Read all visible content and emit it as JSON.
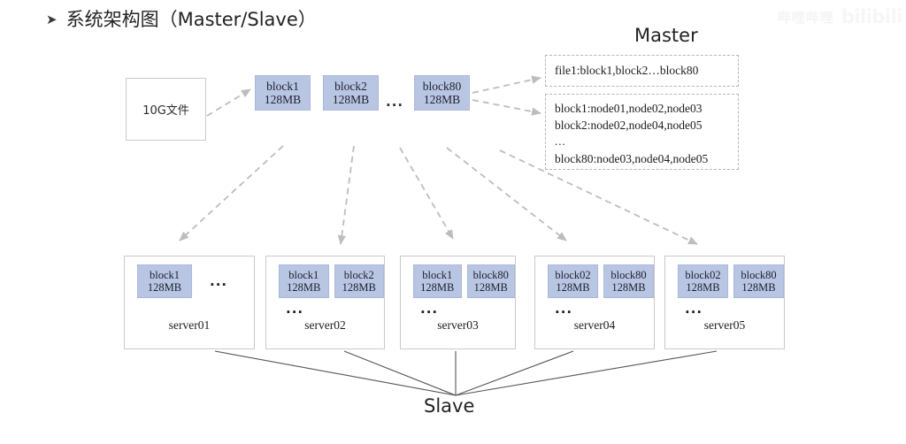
{
  "watermark": {
    "cn": "哔哩哔哩",
    "brand": "bilibili"
  },
  "title": {
    "bullet": "➤",
    "text": "系统架构图（Master/Slave）"
  },
  "source": {
    "label": "10G文件"
  },
  "top_row": {
    "blocks": [
      {
        "name": "block1",
        "size": "128MB"
      },
      {
        "name": "block2",
        "size": "128MB"
      },
      {
        "name": "block80",
        "size": "128MB"
      }
    ],
    "ellipsis": "..."
  },
  "master": {
    "label": "Master",
    "file_map_box": {
      "lines": [
        "file1:block1,block2…block80"
      ]
    },
    "block_map_box": {
      "lines": [
        "block1:node01,node02,node03",
        "block2:node02,node04,node05",
        "...",
        "block80:node03,node04,node05"
      ]
    }
  },
  "slave": {
    "label": "Slave",
    "servers": [
      {
        "name": "server01",
        "blocks": [
          {
            "name": "block1",
            "size": "128MB"
          }
        ],
        "dots_inline": "...",
        "dots_below": ""
      },
      {
        "name": "server02",
        "blocks": [
          {
            "name": "block1",
            "size": "128MB"
          },
          {
            "name": "block2",
            "size": "128MB"
          }
        ],
        "dots_inline": "",
        "dots_below": "..."
      },
      {
        "name": "server03",
        "blocks": [
          {
            "name": "block1",
            "size": "128MB"
          },
          {
            "name": "block80",
            "size": "128MB"
          }
        ],
        "dots_inline": "",
        "dots_below": "..."
      },
      {
        "name": "server04",
        "blocks": [
          {
            "name": "block02",
            "size": "128MB"
          },
          {
            "name": "block80",
            "size": "128MB"
          }
        ],
        "dots_inline": "",
        "dots_below": "..."
      },
      {
        "name": "server05",
        "blocks": [
          {
            "name": "block02",
            "size": "128MB"
          },
          {
            "name": "block80",
            "size": "128MB"
          }
        ],
        "dots_inline": "",
        "dots_below": "..."
      }
    ]
  },
  "colors": {
    "block_fill": "#b9c6e3",
    "box_border": "#c9c9c9",
    "dashed_border": "#b6b6b6",
    "arrow_dashed": "#bdbdbd",
    "arrow_solid": "#555555",
    "text": "#1d1d1d"
  }
}
